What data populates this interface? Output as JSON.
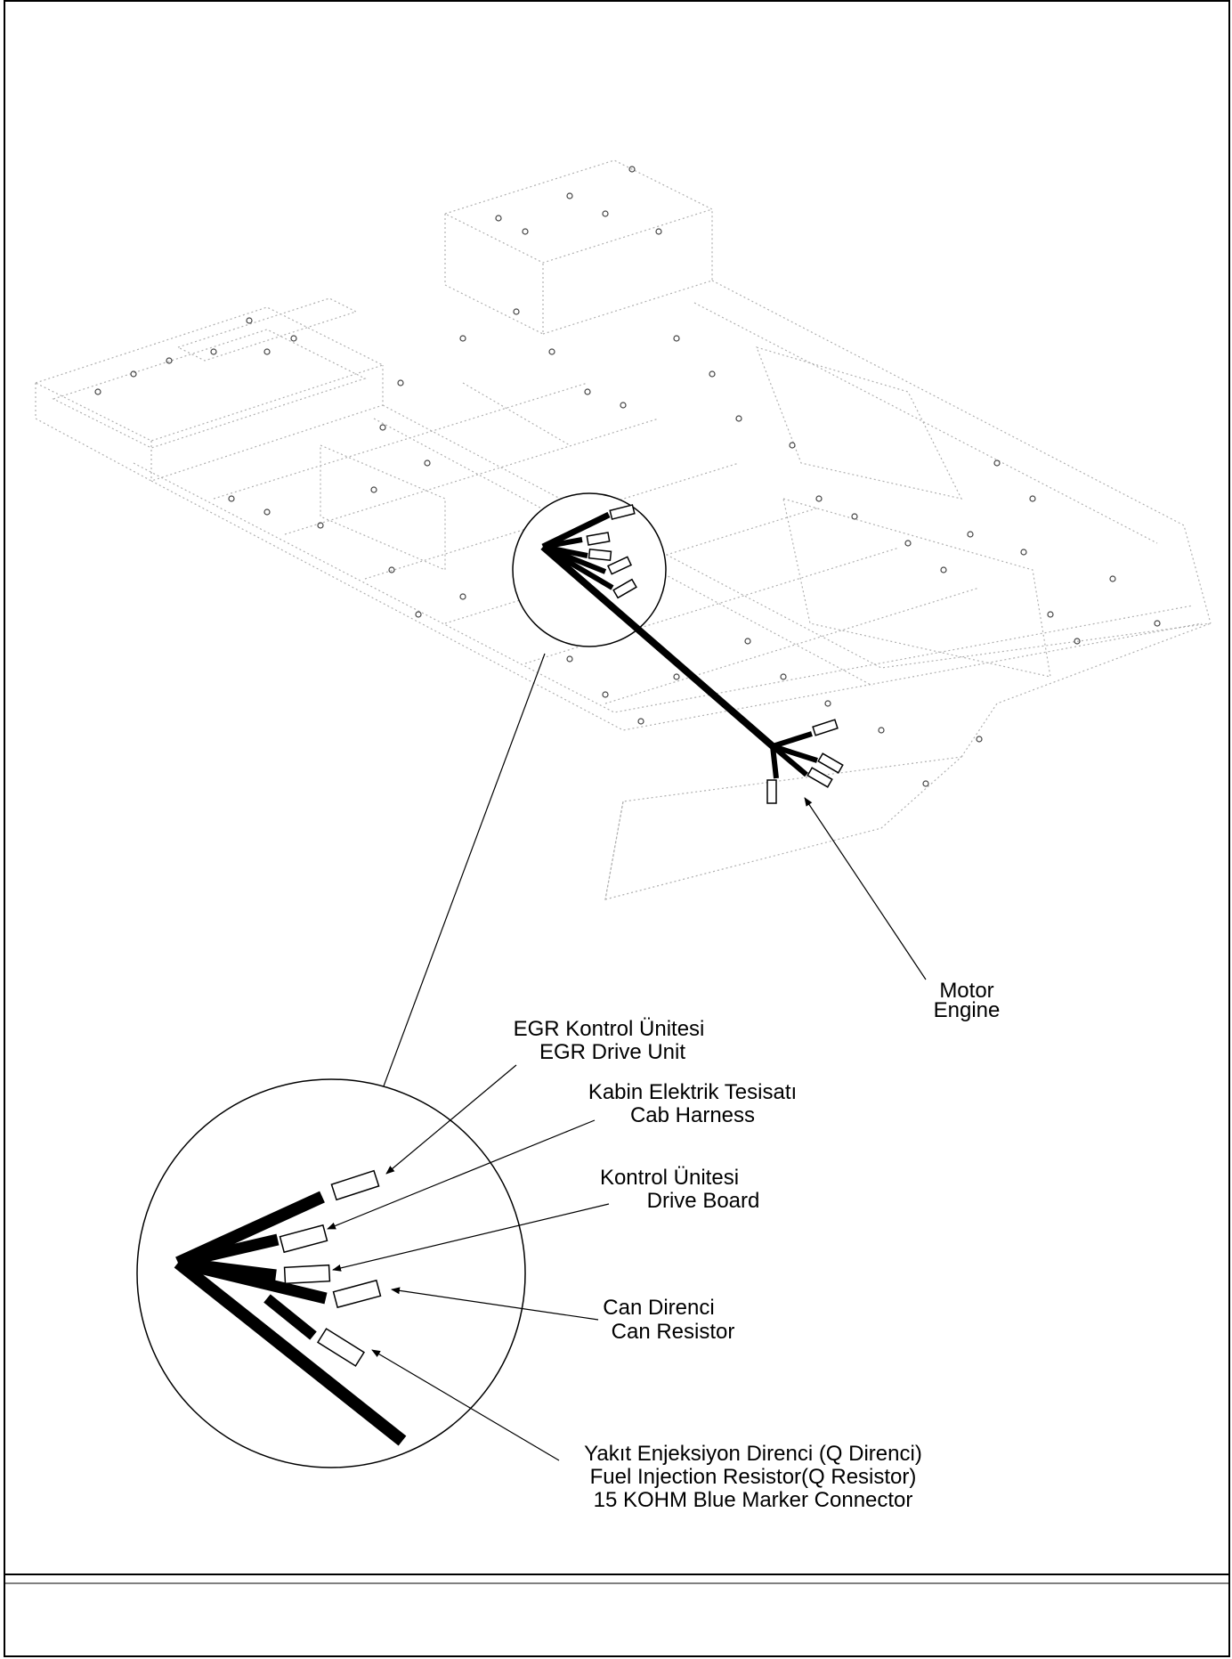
{
  "labels": {
    "engine": {
      "tr": "Motor",
      "en": "Engine"
    },
    "egr": {
      "tr": "EGR Kontrol Ünitesi",
      "en": "EGR Drive Unit"
    },
    "cab": {
      "tr": "Kabin Elektrik Tesisatı",
      "en": "Cab Harness"
    },
    "control": {
      "tr": "Kontrol Ünitesi",
      "en": "Drive Board"
    },
    "can": {
      "tr": "Can Direnci",
      "en": "Can Resistor"
    },
    "fuel": {
      "tr": "Yakıt Enjeksiyon Direnci (Q Direnci)",
      "en": "Fuel Injection Resistor(Q Resistor)",
      "note": "15 KOHM Blue Marker Connector"
    }
  },
  "colors": {
    "line": "#000000",
    "frame_outline": "#b0b0b0",
    "frame_detail": "#444444",
    "background": "#ffffff"
  }
}
